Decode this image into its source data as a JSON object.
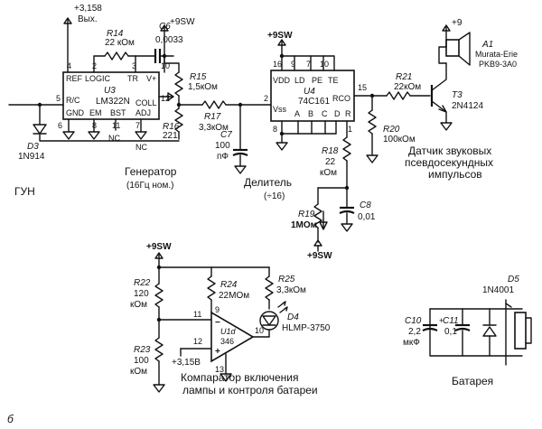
{
  "figure_label": "б",
  "gun": "ГУН",
  "generator": {
    "caption_line1": "Генератор",
    "caption_line2": "(16Гц ном.)",
    "u3": {
      "ref": "U3",
      "part": "LM322N",
      "pins": {
        "refl": "REF",
        "logic": "LOGIC",
        "tr": "TR",
        "vplus": "V+",
        "rc": "R/C",
        "gnd": "GND",
        "em": "EM",
        "bst": "BST",
        "coll": "COLL",
        "adj": "ADJ",
        "nc1": "NC",
        "nc2": "NC",
        "n4": "4",
        "n2": "2",
        "n3": "3",
        "n10": "10",
        "n5": "5",
        "n12": "12",
        "n6": "6",
        "n8": "8",
        "n11": "11",
        "n7": "7"
      }
    },
    "r14": {
      "ref": "R14",
      "value": "22 кОм"
    },
    "c6": {
      "ref": "C6",
      "value": "0,0033"
    },
    "r15": {
      "ref": "R15",
      "value": "1,5кОм"
    },
    "r16": {
      "ref": "R16",
      "value": "221"
    },
    "r17": {
      "ref": "R17",
      "value": "3,3кОм"
    },
    "c7": {
      "ref": "C7",
      "value_line1": "100",
      "value_line2": "пФ"
    },
    "d3": {
      "ref": "D3",
      "part": "1N914"
    },
    "out_line1": "+3,158",
    "out_line2": "Вых.",
    "supply": "+9SW"
  },
  "divider": {
    "caption_line1": "Делитель",
    "caption_line2": "(÷16)",
    "u4": {
      "ref": "U4",
      "part": "74C161",
      "pins": {
        "vdd": "VDD",
        "ld": "LD",
        "pe": "PE",
        "te": "TE",
        "rco": "RCO",
        "vss": "Vss",
        "a": "A",
        "b": "B",
        "c": "C",
        "d": "D",
        "r": "R",
        "n16": "16",
        "n9": "9",
        "n7": "7",
        "n10": "10",
        "n2": "2",
        "n15": "15",
        "n8": "8",
        "n1": "1"
      }
    },
    "r18": {
      "ref": "R18",
      "value_line1": "22",
      "value_line2": "кОм"
    },
    "r19": {
      "ref": "R19",
      "value": "1МОм"
    },
    "c8": {
      "ref": "C8",
      "value": "0,01"
    },
    "supply_top": "+9SW",
    "supply_bottom": "+9SW"
  },
  "detector": {
    "caption_line1": "Датчик звуковых",
    "caption_line2": "псевдосекундных",
    "caption_line3": "импульсов",
    "a1": {
      "ref": "A1",
      "part_line1": "Murata-Erie",
      "part_line2": "PKB9-3A0"
    },
    "r21": {
      "ref": "R21",
      "value": "22кОм"
    },
    "r20": {
      "ref": "R20",
      "value": "100кОм"
    },
    "t3": {
      "ref": "T3",
      "part": "2N4124"
    },
    "supply": "+9"
  },
  "comparator": {
    "caption_line1": "Компаратор включения",
    "caption_line2": "лампы и контроля батареи",
    "supply": "+9SW",
    "r22": {
      "ref": "R22",
      "value_line1": "120",
      "value_line2": "кОм"
    },
    "r23": {
      "ref": "R23",
      "value_line1": "100",
      "value_line2": "кОм"
    },
    "r24": {
      "ref": "R24",
      "value": "22МОм"
    },
    "r25": {
      "ref": "R25",
      "value": "3,3кОм"
    },
    "d4": {
      "ref": "D4",
      "part": "HLMP-3750"
    },
    "u1d": {
      "ref": "U1d",
      "part": "346",
      "minus": "−",
      "plus": "+",
      "n9": "9",
      "n11": "11",
      "n12": "12",
      "n10": "10",
      "n13": "13"
    },
    "vref": "+3,15В"
  },
  "battery": {
    "caption": "Батарея",
    "d5": {
      "ref": "D5",
      "part": "1N4001"
    },
    "c10": {
      "ref": "C10",
      "value_line1": "2,2",
      "value_line2": "мкФ"
    },
    "c11": {
      "ref": "C11",
      "value": "0,1"
    }
  }
}
